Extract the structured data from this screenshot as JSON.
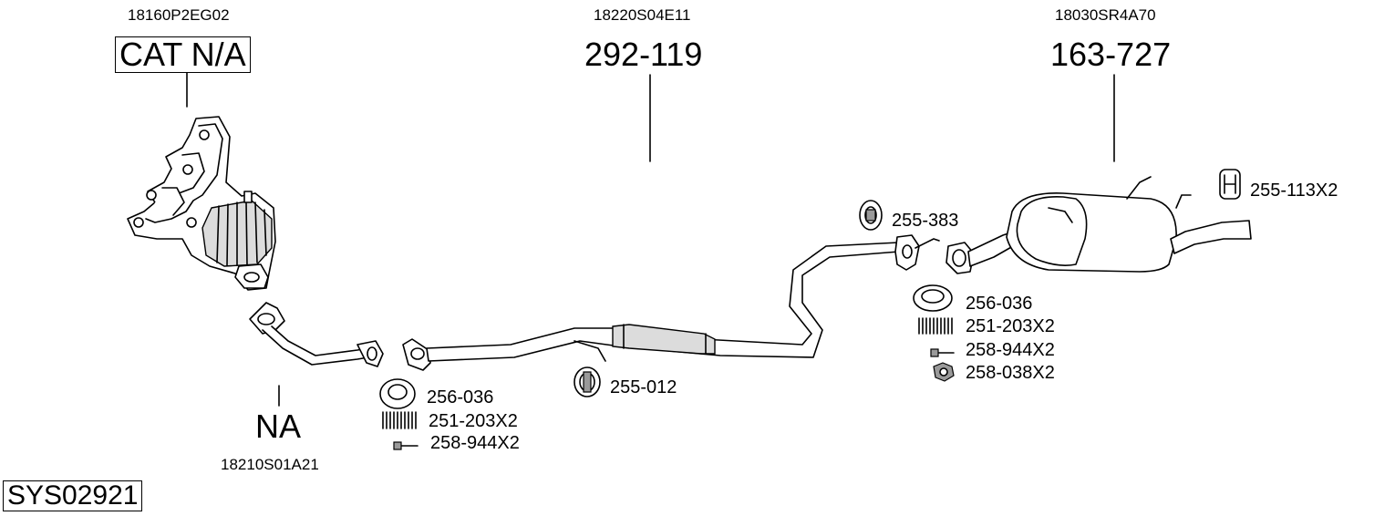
{
  "diagram": {
    "catalyst": {
      "oem": "18160P2EG02",
      "label": "CAT N/A"
    },
    "front_pipe": {
      "oem": "18210S01A21",
      "label": "NA"
    },
    "middle_pipe": {
      "oem": "18220S04E11",
      "label": "292-119"
    },
    "rear_silencer": {
      "oem": "18030SR4A70",
      "label": "163-727"
    },
    "system_code": "SYS02921",
    "front_fittings": [
      "256-036",
      "251-203X2",
      "258-944X2"
    ],
    "middle_hanger": "255-012",
    "mid_hanger": "255-383",
    "rear_fittings": [
      "256-036",
      "251-203X2",
      "258-944X2",
      "258-038X2"
    ],
    "rear_hanger": "255-113X2"
  }
}
